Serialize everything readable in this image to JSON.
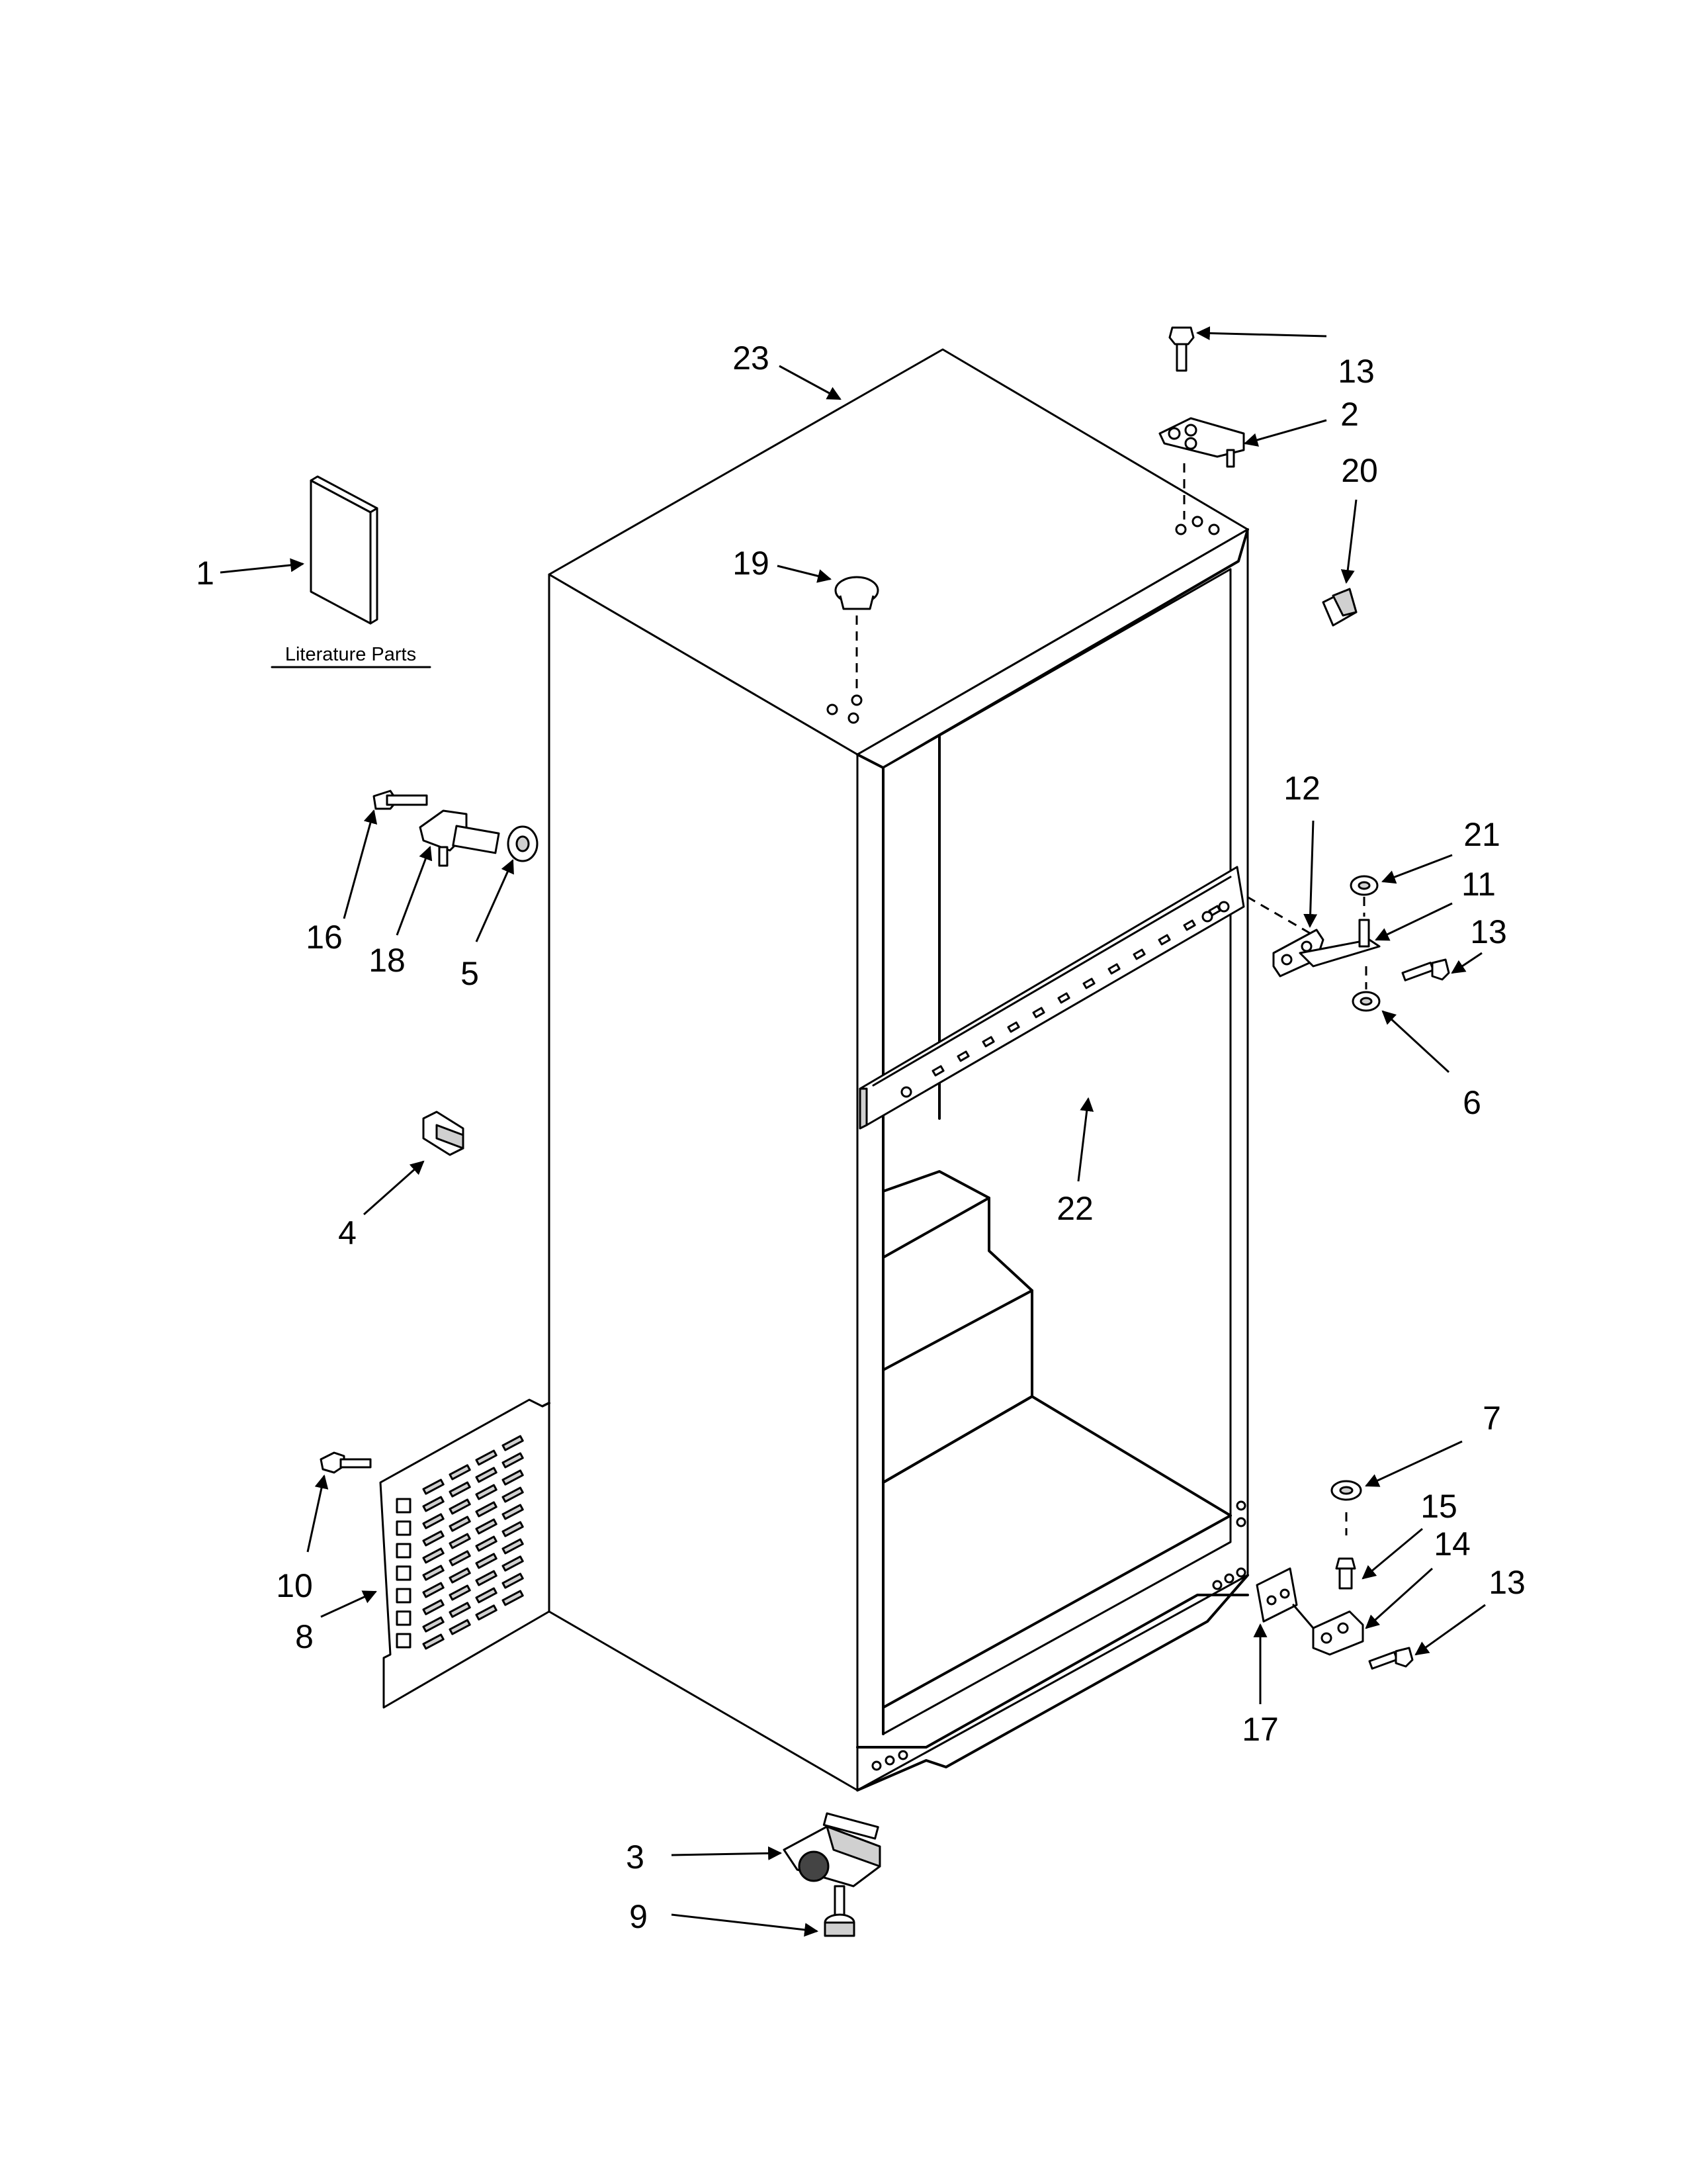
{
  "diagram": {
    "literature_caption": "Literature Parts",
    "callouts": {
      "c1": "1",
      "c2": "2",
      "c3": "3",
      "c4": "4",
      "c5": "5",
      "c6": "6",
      "c7": "7",
      "c8": "8",
      "c9": "9",
      "c10": "10",
      "c11": "11",
      "c12": "12",
      "c13a": "13",
      "c13b": "13",
      "c13c": "13",
      "c14": "14",
      "c15": "15",
      "c16": "16",
      "c17": "17",
      "c18": "18",
      "c19": "19",
      "c20": "20",
      "c21": "21",
      "c22": "22",
      "c23": "23"
    }
  }
}
